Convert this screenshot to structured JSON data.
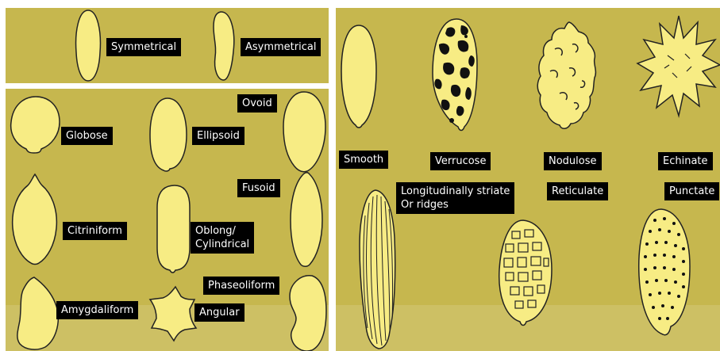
{
  "shape_labels": {
    "symmetrical": "Symmetrical",
    "asymmetrical": "Asymmetrical",
    "globose": "Globose",
    "ellipsoid": "Ellipsoid",
    "ovoid": "Ovoid",
    "fusoid": "Fusoid",
    "citriniform": "Citriniform",
    "oblong_line1": "Oblong/",
    "oblong_line2": "Cylindrical",
    "phaseoliform": "Phaseoliform",
    "amygdaliform": "Amygdaliform",
    "angular": "Angular"
  },
  "ornamentation_labels": {
    "smooth": "Smooth",
    "verrucose": "Verrucose",
    "nodulose": "Nodulose",
    "echinate": "Echinate",
    "striate_line1": "Longitudinally striate",
    "striate_line2": "Or ridges",
    "reticulate": "Reticulate",
    "punctate": "Punctate"
  },
  "colors": {
    "panel_background": "#c6b74e",
    "spore_fill": "#f7ec84",
    "outline": "#222222",
    "label_background": "#000000",
    "label_text": "#ffffff"
  }
}
